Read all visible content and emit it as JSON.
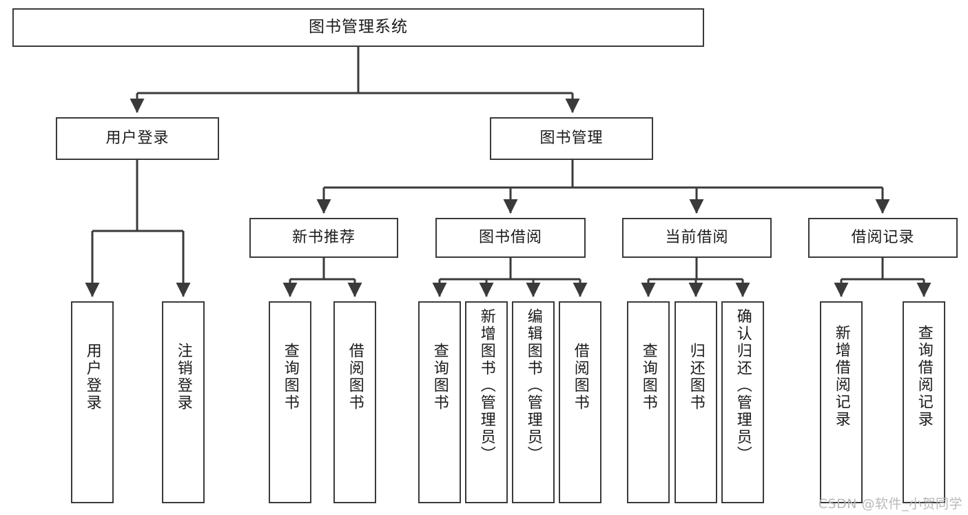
{
  "diagram": {
    "title": "图书管理系统",
    "type": "hierarchy-tree",
    "orientation": "top-down",
    "colors": {
      "box_border": "#3a3a3a",
      "box_fill": "#ffffff",
      "connector": "#3a3a3a",
      "text": "#1b1b1b",
      "watermark": "#b9b9b9"
    },
    "root": {
      "label": "图书管理系统"
    },
    "level2": [
      {
        "id": "user-login",
        "label": "用户登录"
      },
      {
        "id": "book-manage",
        "label": "图书管理"
      }
    ],
    "level3": [
      {
        "id": "new-book-recommend",
        "label": "新书推荐"
      },
      {
        "id": "book-borrow",
        "label": "图书借阅"
      },
      {
        "id": "current-borrow",
        "label": "当前借阅"
      },
      {
        "id": "borrow-record",
        "label": "借阅记录"
      }
    ],
    "leaves": {
      "user_login": [
        {
          "id": "leaf-user-login",
          "label": "用户登录"
        },
        {
          "id": "leaf-logout-login",
          "label": "注销登录"
        }
      ],
      "new_book_recommend": [
        {
          "id": "leaf-query-book-1",
          "label": "查询图书"
        },
        {
          "id": "leaf-borrow-book-1",
          "label": "借阅图书"
        }
      ],
      "book_borrow": [
        {
          "id": "leaf-query-book-2",
          "label": "查询图书"
        },
        {
          "id": "leaf-add-book",
          "label": "新增图书（管理员）"
        },
        {
          "id": "leaf-edit-book",
          "label": "编辑图书（管理员）"
        },
        {
          "id": "leaf-borrow-book-2",
          "label": "借阅图书"
        }
      ],
      "current_borrow": [
        {
          "id": "leaf-query-book-3",
          "label": "查询图书"
        },
        {
          "id": "leaf-return-book",
          "label": "归还图书"
        },
        {
          "id": "leaf-confirm-return",
          "label": "确认归还（管理员）"
        }
      ],
      "borrow_record": [
        {
          "id": "leaf-add-record",
          "label": "新增借阅记录"
        },
        {
          "id": "leaf-query-record",
          "label": "查询借阅记录"
        }
      ]
    },
    "watermark": "CSDN @软件_小贺同学"
  }
}
